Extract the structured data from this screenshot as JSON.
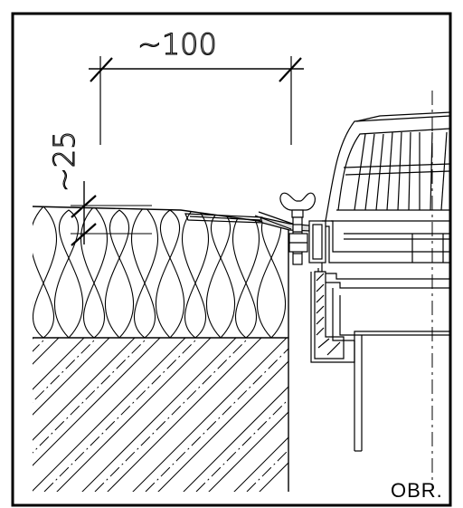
{
  "dimensions": {
    "horizontal_label": "~100",
    "vertical_label": "~25"
  },
  "caption": "OBR."
}
